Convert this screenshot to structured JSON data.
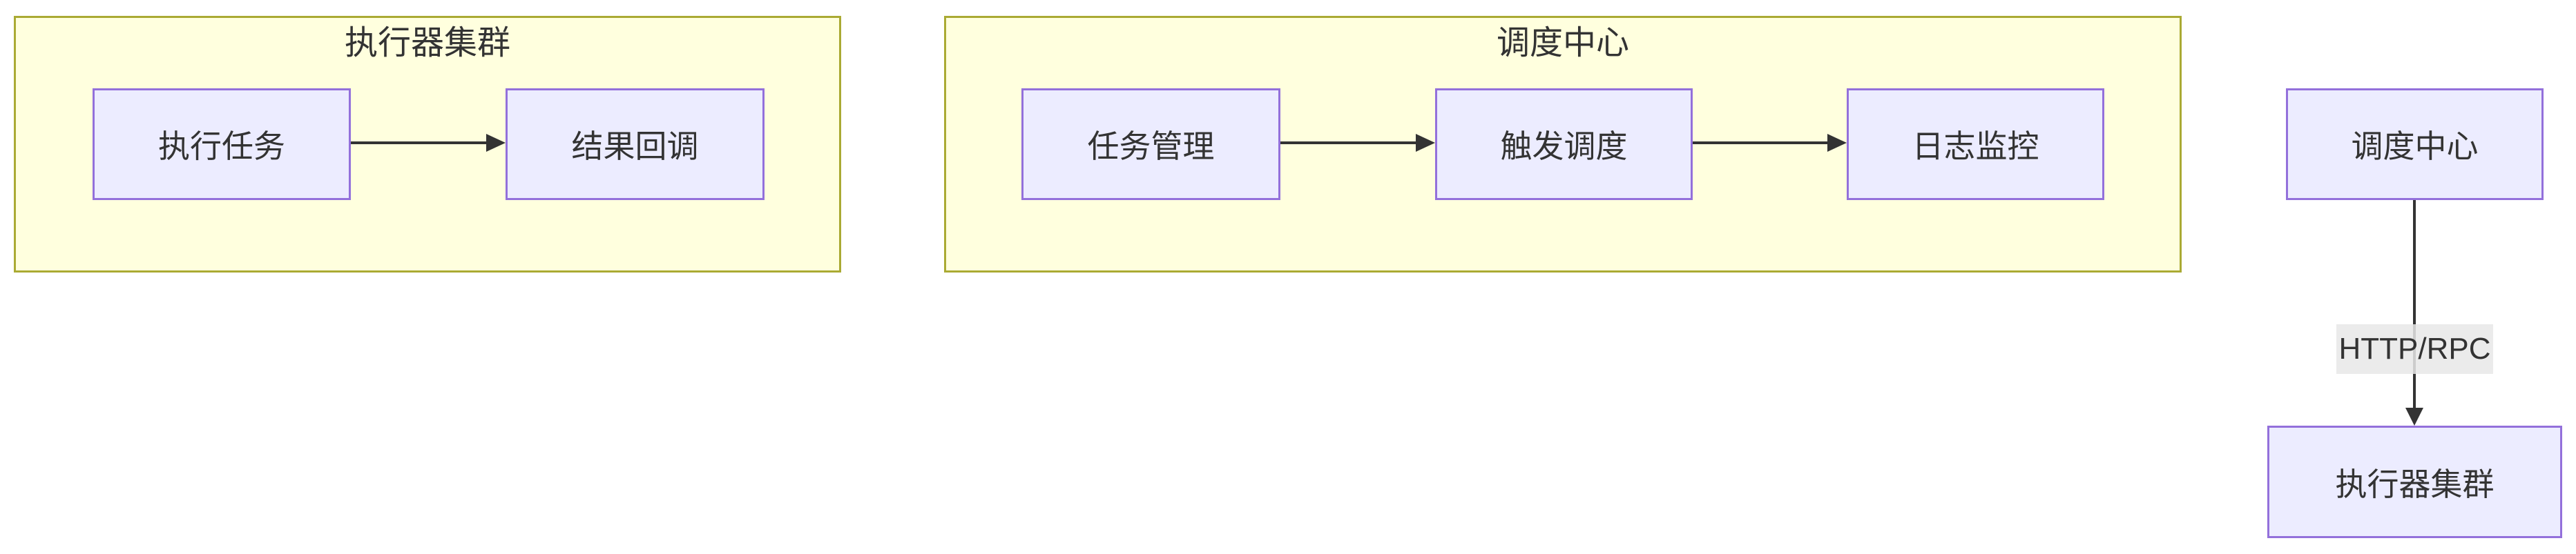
{
  "diagram": {
    "cluster_executor": {
      "title": "执行器集群",
      "nodes": [
        {
          "label": "执行任务"
        },
        {
          "label": "结果回调"
        }
      ]
    },
    "cluster_scheduler": {
      "title": "调度中心",
      "nodes": [
        {
          "label": "任务管理"
        },
        {
          "label": "触发调度"
        },
        {
          "label": "日志监控"
        }
      ]
    },
    "flow_right": {
      "from": "调度中心",
      "edge_label": "HTTP/RPC",
      "to": "执行器集群"
    },
    "colors": {
      "cluster_fill": "#ffffde",
      "cluster_border": "#aaaa33",
      "node_fill": "#ececff",
      "node_border": "#9370db",
      "arrow_line": "#333333",
      "text": "#333333",
      "edge_label_bg": "#e8e8e8",
      "page_bg": "#ffffff"
    }
  }
}
